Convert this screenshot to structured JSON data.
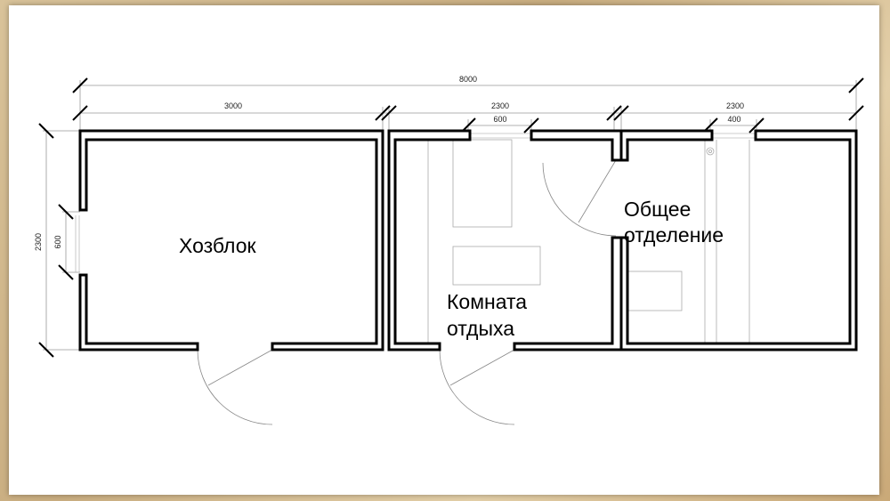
{
  "dimensions": {
    "overall": "8000",
    "segment_left": "3000",
    "segment_middle": "2300",
    "segment_right": "2300",
    "window_middle": "600",
    "window_right": "400",
    "height_total": "2300",
    "window_left": "600"
  },
  "rooms": {
    "storage": {
      "label": "Хозблок"
    },
    "rest_room": {
      "line1": "Комната",
      "line2": "отдыха"
    },
    "common_room": {
      "line1": "Общее",
      "line2": "отделение"
    }
  }
}
